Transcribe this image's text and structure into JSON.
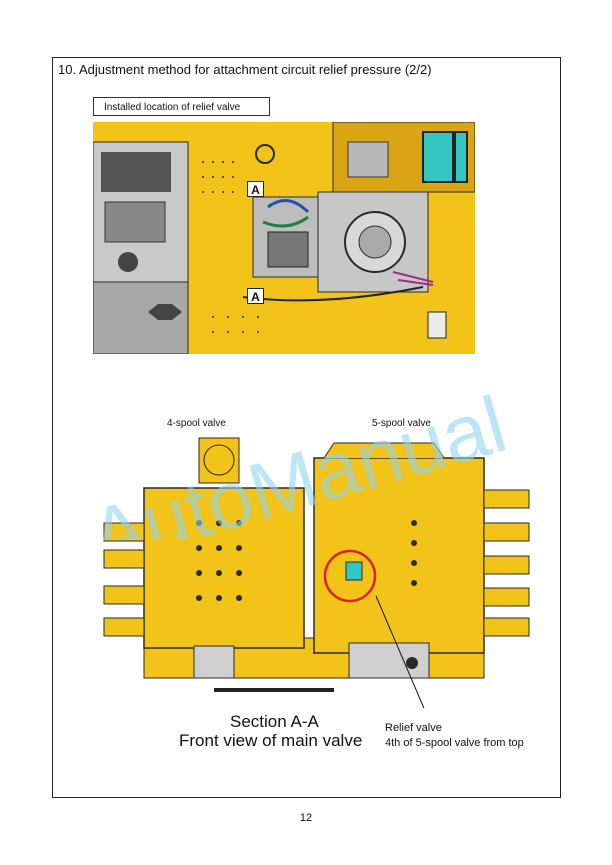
{
  "title": "10. Adjustment method for attachment circuit relief pressure (2/2)",
  "location_label": "Installed location of relief valve",
  "marker_a": "A",
  "four_spool_label": "4-spool valve",
  "five_spool_label": "5-spool valve",
  "section_title": "Section A-A",
  "front_view_label": "Front view of main valve",
  "relief_valve_label": "Relief valve",
  "relief_valve_detail": "4th of 5-spool valve from top",
  "page_number": "12",
  "watermark_text": "AutoManual",
  "colors": {
    "machine_yellow": "#f2c318",
    "outline": "#2a2a2a",
    "highlight_circle": "#e02020",
    "watermark": "#8fd3f0",
    "teal": "#32c7c0"
  }
}
